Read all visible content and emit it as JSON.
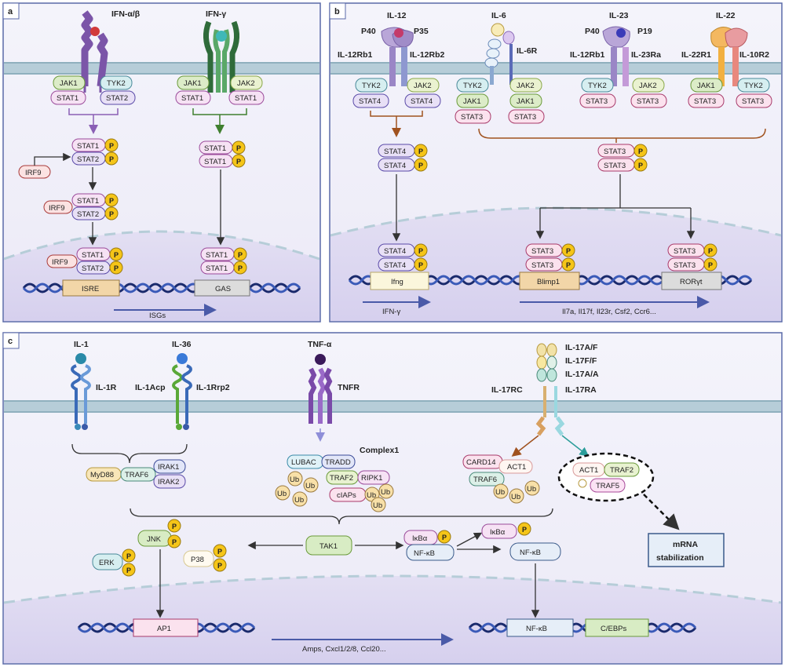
{
  "panel_a": {
    "letter": "a",
    "ligand_ifnab": "IFN-α/β",
    "ligand_ifng": "IFN-γ",
    "jak1": "JAK1",
    "tyk2": "TYK2",
    "jak2": "JAK2",
    "stat1": "STAT1",
    "stat2": "STAT2",
    "irf9": "IRF9",
    "p": "P",
    "isre": "ISRE",
    "gas": "GAS",
    "isgs": "ISGs"
  },
  "panel_b": {
    "letter": "b",
    "il12": "IL-12",
    "p40": "P40",
    "p35": "P35",
    "il12rb1": "IL-12Rb1",
    "il12rb2": "IL-12Rb2",
    "il6": "IL-6",
    "il6r": "IL-6R",
    "il23": "IL-23",
    "p19": "P19",
    "il23ra": "IL-23Ra",
    "il22": "IL-22",
    "il22r1": "IL-22R1",
    "il10r2": "IL-10R2",
    "tyk2": "TYK2",
    "jak1": "JAK1",
    "jak2": "JAK2",
    "stat3": "STAT3",
    "stat4": "STAT4",
    "p": "P",
    "ifng_gene": "Ifng",
    "blimp1": "Blimp1",
    "rorgt": "RORγt",
    "ifng_out": "IFN-γ",
    "genes_out": "Il7a, Il17f, Il23r, Csf2, Ccr6..."
  },
  "panel_c": {
    "letter": "c",
    "il1": "IL-1",
    "il1r": "IL-1R",
    "il36": "IL-36",
    "il1acp": "IL-1Acp",
    "il1rrp2": "IL-1Rrp2",
    "tnfa": "TNF-α",
    "tnfr": "TNFR",
    "il17af": "IL-17A/F",
    "il17ff": "IL-17F/F",
    "il17aa": "IL-17A/A",
    "il17rc": "IL-17RC",
    "il17ra": "IL-17RA",
    "myd88": "MyD88",
    "traf6": "TRAF6",
    "irak1": "IRAK1",
    "irak2": "IRAK2",
    "lubac": "LUBAC",
    "tradd": "TRADD",
    "traf2": "TRAF2",
    "ripk1": "RIPK1",
    "ciaps": "cIAPs",
    "ub": "Ub",
    "complex1": "Complex1",
    "card14": "CARD14",
    "act1": "ACT1",
    "traf5": "TRAF5",
    "mrna1": "mRNA",
    "mrna2": "stabilization",
    "tak1": "TAK1",
    "jnk": "JNK",
    "erk": "ERK",
    "p38": "P38",
    "ikba": "IκBα",
    "nfkb": "NF-κB",
    "p": "P",
    "ap1": "AP1",
    "cebps": "C/EBPs",
    "genes_out": "Amps, Cxcl1/2/8, Ccl20..."
  }
}
